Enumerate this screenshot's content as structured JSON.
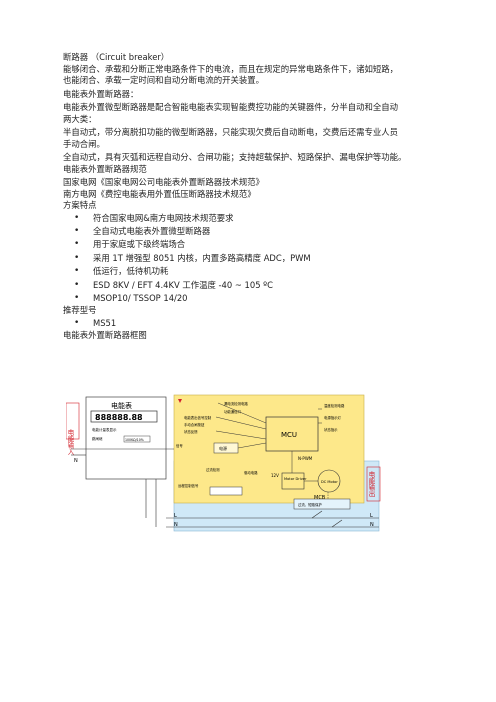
{
  "document": {
    "heading": "断路器 （Circuit breaker）",
    "definition_1": "能够闭合、承载和分断正常电路条件下的电流，而且在规定的异常电路条件下，诸如短路，",
    "definition_2": "也能闭合、承载一定时间和自动分断电流的开关装置。",
    "section_meter_breaker": "电能表外置断路器：",
    "meter_desc_1": "电能表外置微型断路器是配合智能电能表实现智能费控功能的关键器件，分半自动和全自动",
    "meter_desc_2": "两大类：",
    "semi_auto_1": "半自动式，带分离脱扣功能的微型断路器，只能实现欠费后自动断电，交费后还需专业人员",
    "semi_auto_2": "手动合闸。",
    "full_auto": "全自动式，具有灭弧和远程自动分、合闸功能；支持超载保护、短路保护、漏电保护等功能。",
    "spec_heading": "电能表外置断路器规范",
    "spec_sgcc": "国家电网《国家电网公司电能表外置断路器技术规范》",
    "spec_csg": "南方电网《费控电能表用外置低压断路器技术规范》",
    "features_heading": "方案特点",
    "features": [
      "符合国家电网&南方电网技术规范要求",
      "全自动式电能表外置微型断路器",
      "用于家庭或下级终端场合",
      "采用 1T 增强型 8051 内核，内置多路高精度 ADC，PWM",
      "低运行，低待机功耗",
      "ESD 8KV / EFT 4.4KV 工作温度 -40 ~ 105 ºC",
      "MSOP10/ TSSOP 14/20"
    ],
    "recommend_heading": "推荐型号",
    "models": [
      "MS51"
    ],
    "diagram_title": "电能表外置断路器框图"
  },
  "diagram": {
    "meter_label": "电能表",
    "meter_display": "888888.88",
    "meter_sub": "电能计量表显示",
    "meter_relay": "跳闸继",
    "meter_relay_sub": "100KΩ/10%",
    "input_label": "电能输入",
    "output_label": "电能输出",
    "n_label": "N",
    "l_label": "L",
    "mcu_label": "MCU",
    "motor_driver_label": "Motor Driver",
    "dc_motor_label": "DC Motor",
    "mcb_label": "MCB",
    "mcb_sub": "过流、短路保护",
    "signal_label": "信号",
    "power_label": "电源",
    "pwm_label": "N-PWM",
    "v12_label": "12V",
    "adc_label": "采样",
    "top_labels": [
      "漏电流检测电路",
      "功能通信口",
      "电能表出信号控制",
      "手动合闸按钮",
      "状态反馈"
    ],
    "right_labels": [
      "温度检测电路",
      "电源指示灯",
      "状态指示"
    ],
    "left_labels": [
      "远程控制信号",
      "过流检测"
    ],
    "bottom_labels": [
      "驱动电路",
      "漏电检测"
    ],
    "colors": {
      "mcu_panel": "#fde88a",
      "mcb_panel": "#cfe8f7",
      "input_text": "#d2202a",
      "output_text": "#d2202a",
      "line": "#333333"
    }
  }
}
